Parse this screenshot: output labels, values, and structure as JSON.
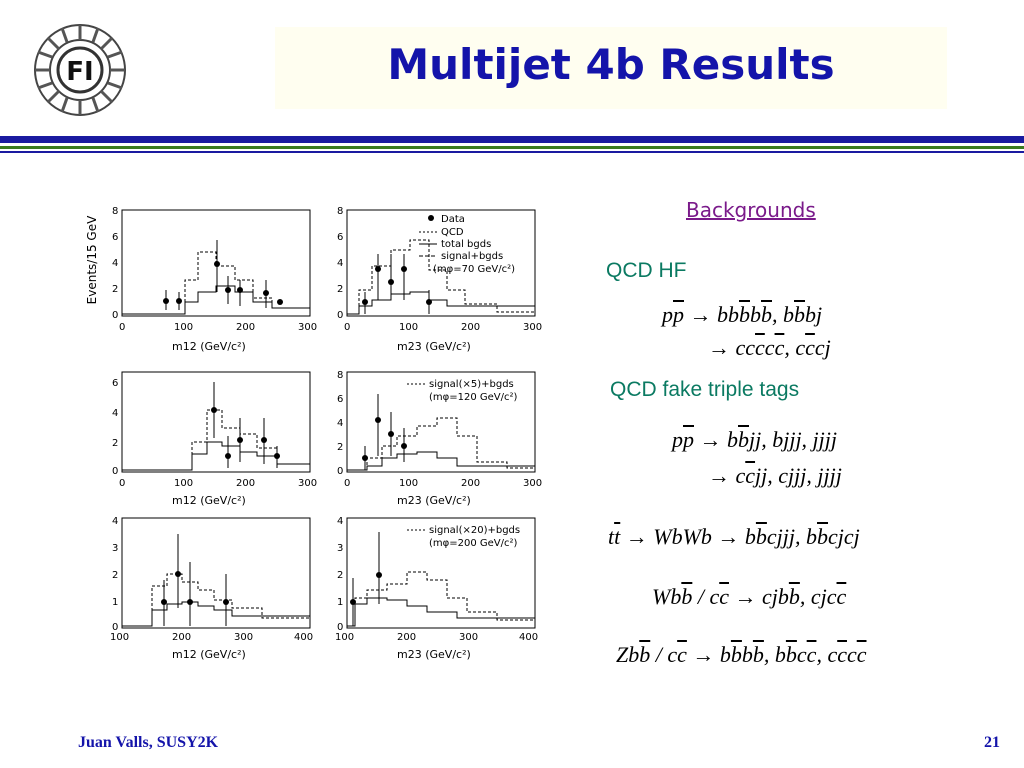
{
  "slide": {
    "title": "Multijet 4b Results",
    "author": "Juan Valls, SUSY2K",
    "page_number": "21"
  },
  "logo": {
    "letters": "FI",
    "icon": "fermilab-logo"
  },
  "plots": {
    "y_axis_label": "Events/15 GeV",
    "x_label_left": "m12 (GeV/c²)",
    "x_label_right": "m23 (GeV/c²)",
    "legend_top": [
      "Data",
      "QCD",
      "total bgds",
      "signal+bgds",
      "(mφ=70 GeV/c²)"
    ],
    "legend_mid": [
      "signal(×5)+bgds",
      "(mφ=120 GeV/c²)"
    ],
    "legend_bot": [
      "signal(×20)+bgds",
      "(mφ=200 GeV/c²)"
    ]
  },
  "content": {
    "backgrounds_label": "Backgrounds",
    "qcd_hf_label": "QCD HF",
    "qcd_fake_label": "QCD fake triple tags"
  },
  "colors": {
    "title": "#1414aa",
    "section": "#0b7a62",
    "link": "#7a1a8a",
    "rule_blue": "#1a1aa0",
    "rule_green": "#3a7a20"
  }
}
